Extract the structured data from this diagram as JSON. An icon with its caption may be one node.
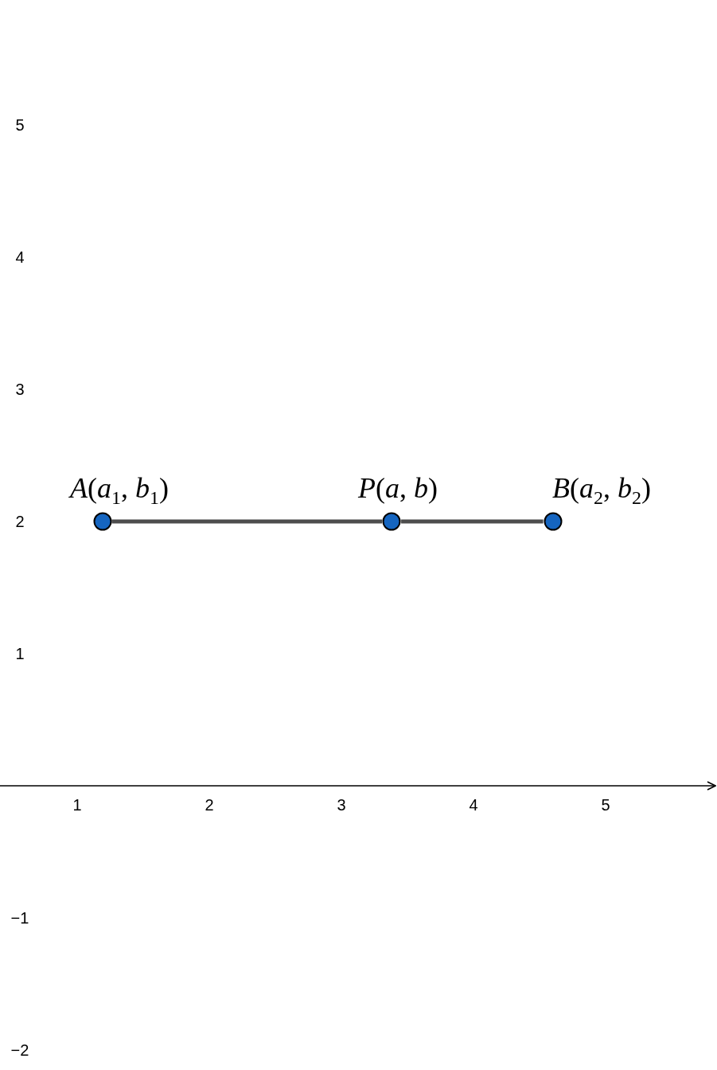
{
  "diagram": {
    "nodes": [
      {
        "text": [
          "*A*(*a*$_{1}$, *b*$_{1}$)"
        ]
      },
      {
        "text": [
          "*P*(*a*, *b*)"
        ]
      },
      {
        "text": [
          "*B*(*a*$_{2}$, *b*$_{2}$)"
        ]
      }
    ],
    "edges": [
      {
        "from": 0,
        "to": 1,
        "arrow": "none"
      },
      {
        "from": 1,
        "to": 2,
        "arrow": "none"
      }
    ],
    "labels": [
      "5",
      "4",
      "3",
      "2",
      "1",
      "1",
      "2",
      "3",
      "4",
      "5",
      "−1",
      "−2"
    ]
  }
}
